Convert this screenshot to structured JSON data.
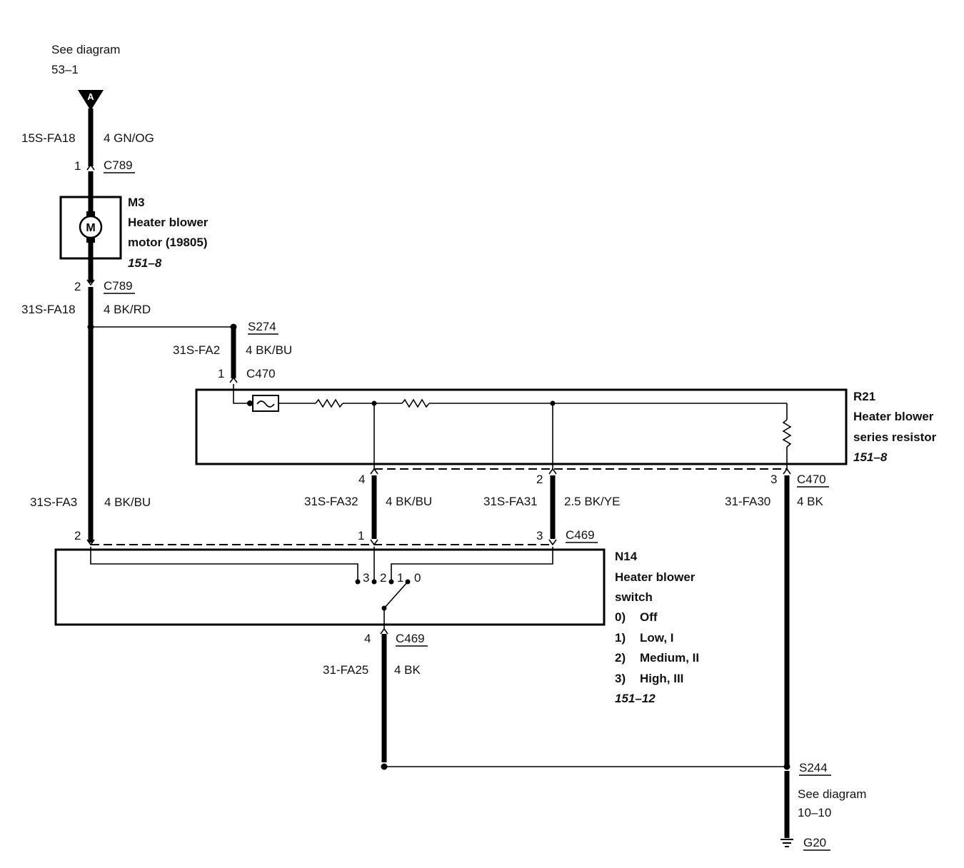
{
  "top_ref": {
    "line1": "See diagram",
    "line2": "53–1",
    "connector_letter": "A"
  },
  "wires": {
    "w1": {
      "circuit": "15S-FA18",
      "spec": "4 GN/OG"
    },
    "w2": {
      "circuit": "31S-FA18",
      "spec": "4 BK/RD"
    },
    "w3": {
      "circuit": "31S-FA2",
      "spec": "4 BK/BU"
    },
    "w4": {
      "circuit": "31S-FA3",
      "spec": "4 BK/BU"
    },
    "w5": {
      "circuit": "31S-FA32",
      "spec": "4 BK/BU"
    },
    "w6": {
      "circuit": "31S-FA31",
      "spec": "2.5 BK/YE"
    },
    "w7": {
      "circuit": "31-FA30",
      "spec": "4 BK"
    },
    "w8": {
      "circuit": "31-FA25",
      "spec": "4 BK"
    }
  },
  "connectors": {
    "c789_top": {
      "pin": "1",
      "name": "C789"
    },
    "c789_bot": {
      "pin": "2",
      "name": "C789"
    },
    "c470_in": {
      "pin": "1",
      "name": "C470"
    },
    "c470_out": {
      "pin4": "4",
      "pin2": "2",
      "pin3": "3",
      "name": "C470"
    },
    "c469_top": {
      "pin2": "2",
      "pin1": "1",
      "pin3": "3",
      "name": "C469"
    },
    "c469_bot": {
      "pin": "4",
      "name": "C469"
    }
  },
  "splices": {
    "s274": "S274",
    "s244": "S244"
  },
  "ground": {
    "name": "G20",
    "ref1": "See diagram",
    "ref2": "10–10"
  },
  "m3": {
    "id": "M3",
    "line1": "Heater blower",
    "line2": "motor (19805)",
    "page": "151–8",
    "symbol": "M"
  },
  "r21": {
    "id": "R21",
    "line1": "Heater blower",
    "line2": "series resistor",
    "page": "151–8"
  },
  "n14": {
    "id": "N14",
    "line1": "Heater blower",
    "line2": "switch",
    "modes": [
      {
        "num": "0)",
        "label": "Off"
      },
      {
        "num": "1)",
        "label": "Low, I"
      },
      {
        "num": "2)",
        "label": "Medium, II"
      },
      {
        "num": "3)",
        "label": "High, III"
      }
    ],
    "page": "151–12",
    "positions": [
      "3",
      "2",
      "1",
      "0"
    ]
  }
}
